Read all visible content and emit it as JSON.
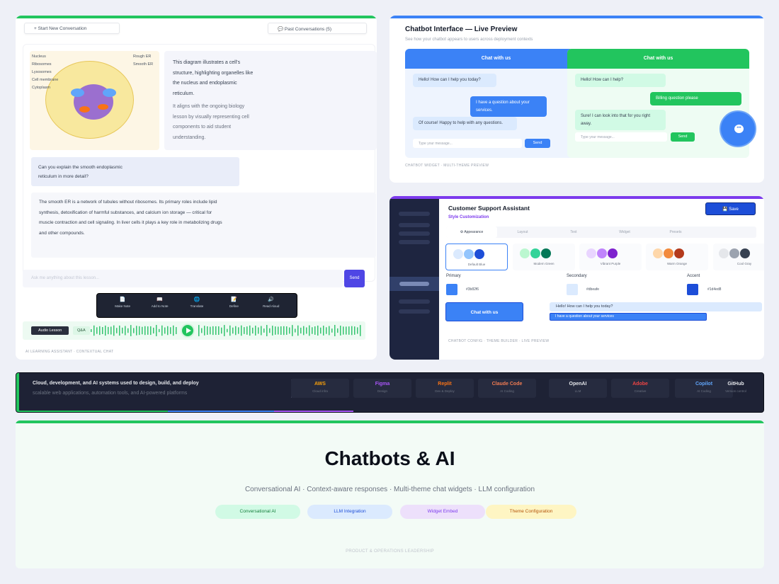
{
  "learning": {
    "new_conv": "+ Start New Conversation",
    "past_conv": "💬 Past Conversations (5)",
    "diagram_labels": {
      "nucleus": "Nucleus",
      "ribosomes": "Ribosomes",
      "lysosomes": "Lysosomes",
      "cell_membrane": "Cell membrane",
      "cytoplasm": "Cytoplasm",
      "rough_er": "Rough ER",
      "smooth_er": "Smooth ER"
    },
    "desc_p1": "This diagram illustrates a cell's structure, highlighting organelles like the nucleus and endoplasmic reticulum.",
    "desc_p2": "It aligns with the ongoing biology lesson by visually representing cell components to aid student understanding.",
    "question": "Can you explain the smooth endoplasmic reticulum in more detail?",
    "answer": "The smooth ER is a network of tubules without ribosomes. Its primary roles include lipid synthesis, detoxification of harmful substances, and calcium ion storage — critical for muscle contraction and cell signaling. In liver cells it plays a key role in metabolizing drugs and other compounds.",
    "input_placeholder": "Ask me anything about this lesson...",
    "send": "Send",
    "tools": [
      {
        "label": "Make Note",
        "icon": "📄"
      },
      {
        "label": "Add to Note",
        "icon": "📖"
      },
      {
        "label": "Translate",
        "icon": "🌐"
      },
      {
        "label": "Define",
        "icon": "📝"
      },
      {
        "label": "Read Aloud",
        "icon": "🔊"
      }
    ],
    "audio_lesson": "Audio Lesson",
    "qna": "Q&A",
    "footer": "AI LEARNING ASSISTANT · CONTEXTUAL CHAT"
  },
  "preview": {
    "title": "Chatbot Interface — Live Preview",
    "subtitle": "See how your chatbot appears to users across deployment contexts",
    "blue": {
      "header": "Chat with us",
      "bot1": "Hello! How can I help you today?",
      "user1": "I have a question about your services.",
      "bot2": "Of course! Happy to help with any questions.",
      "placeholder": "Type your message...",
      "send": "Send",
      "color": "#3b82f6"
    },
    "green": {
      "header": "Chat with us",
      "bot1": "Hello! How can I help?",
      "user1": "Billing question please",
      "bot2": "Sure! I can look into that for you right away.",
      "placeholder": "Type your message...",
      "send": "Send",
      "color": "#22c55e"
    },
    "footer": "CHATBOT WIDGET · MULTI-THEME PREVIEW"
  },
  "support": {
    "title": "Customer Support Assistant",
    "subtitle": "Style Customization",
    "save": "💾 Save",
    "tabs": [
      "⚙ Appearance",
      "Layout",
      "Text",
      "Widget",
      "Presets"
    ],
    "themes": [
      {
        "name": "Default Blue",
        "colors": [
          "#dbeafe",
          "#93c5fd",
          "#1d4ed8"
        ]
      },
      {
        "name": "Modern Green",
        "colors": [
          "#bbf7d0",
          "#34d399",
          "#047857"
        ]
      },
      {
        "name": "Vibrant Purple",
        "colors": [
          "#e9d5ff",
          "#c084fc",
          "#7e22ce"
        ]
      },
      {
        "name": "Warm Orange",
        "colors": [
          "#fed7aa",
          "#f28a3c",
          "#b43a1c"
        ]
      },
      {
        "name": "Cool Gray",
        "colors": [
          "#e5e7eb",
          "#9ca3af",
          "#374151"
        ]
      }
    ],
    "primary_label": "Primary",
    "primary_hex": "#3b82f6",
    "secondary_label": "Secondary",
    "secondary_hex": "#dbeafe",
    "accent_label": "Accent",
    "accent_hex": "#1d4ed8",
    "preview_button": "Chat with us",
    "msg_bot": "Hello! How can I help you today?",
    "msg_user": "I have a question about your services",
    "footer": "CHATBOT CONFIG · THEME BUILDER · LIVE PREVIEW"
  },
  "banner": {
    "title": "Cloud, development, and AI systems used to design, build, and deploy",
    "subtitle": "scalable web applications, automation tools, and AI-powered platforms",
    "tech": [
      {
        "name": "AWS",
        "desc": "Cloud infra",
        "color": "#f59e0b"
      },
      {
        "name": "Figma",
        "desc": "Design",
        "color": "#a855f7"
      },
      {
        "name": "Replit",
        "desc": "Dev & Deploy",
        "color": "#f97316"
      },
      {
        "name": "Claude Code",
        "desc": "AI Coding",
        "color": "#f07b52"
      },
      {
        "name": "OpenAI",
        "desc": "LLM",
        "color": "#e5e7eb"
      },
      {
        "name": "Adobe",
        "desc": "Creative",
        "color": "#ef4444"
      },
      {
        "name": "Copilot",
        "desc": "AI Coding",
        "color": "#60a5fa"
      },
      {
        "name": "GitHub",
        "desc": "Version control",
        "color": "#e5e7eb"
      }
    ]
  },
  "hero": {
    "title": "Chatbots & AI",
    "subtitle": "Conversational AI · Context-aware responses · Multi-theme chat widgets · LLM configuration",
    "pills": [
      "Conversational AI",
      "LLM Integration",
      "Widget Embed",
      "Theme Configuration"
    ],
    "footer": "PRODUCT & OPERATIONS LEADERSHIP"
  }
}
